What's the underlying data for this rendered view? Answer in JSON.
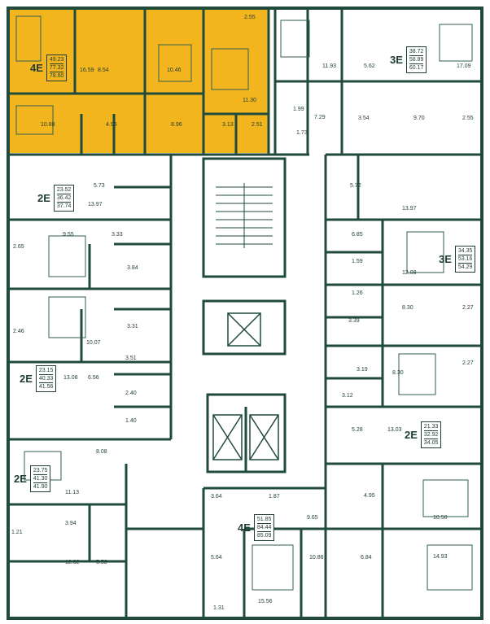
{
  "plan": {
    "colors": {
      "wall": "#1f4a3c",
      "highlight": "#f3b51e",
      "fixture": "#2f5f50",
      "background": "#ffffff"
    },
    "apartments": [
      {
        "type": "4E",
        "living": "49.23",
        "total": "77.32",
        "total_with_balcony": "78.60"
      },
      {
        "type": "3E",
        "living": "38.72",
        "total": "58.89",
        "total_with_balcony": "60.17"
      },
      {
        "type": "2E",
        "living": "23.52",
        "total": "36.42",
        "total_with_balcony": "37.74"
      },
      {
        "type": "3E",
        "living": "34.35",
        "total": "53.16",
        "total_with_balcony": "54.29"
      },
      {
        "type": "2E",
        "living": "23.15",
        "total": "40.33",
        "total_with_balcony": "41.56"
      },
      {
        "type": "2E",
        "living": "21.33",
        "total": "32.92",
        "total_with_balcony": "34.05"
      },
      {
        "type": "2E",
        "living": "23.75",
        "total": "41.30",
        "total_with_balcony": "41.90"
      },
      {
        "type": "4E",
        "living": "51.85",
        "total": "84.44",
        "total_with_balcony": "85.09"
      }
    ],
    "room_areas": [
      "16.59",
      "8.54",
      "10.46",
      "2.55",
      "11.30",
      "10.88",
      "4.95",
      "8.96",
      "3.13",
      "2.51",
      "11.93",
      "1.99",
      "7.29",
      "1.73",
      "3.54",
      "5.62",
      "17.09",
      "9.70",
      "2.55",
      "5.73",
      "13.97",
      "5.72",
      "13.97",
      "9.55",
      "3.33",
      "2.65",
      "3.84",
      "6.85",
      "1.59",
      "12.08",
      "1.26",
      "2.46",
      "10.07",
      "3.31",
      "3.39",
      "8.30",
      "2.27",
      "3.51",
      "13.08",
      "6.56",
      "2.40",
      "1.40",
      "3.19",
      "8.30",
      "2.27",
      "3.12",
      "5.28",
      "13.03",
      "8.08",
      "11.13",
      "3.64",
      "1.87",
      "4.95",
      "1.21",
      "3.94",
      "9.65",
      "10.50",
      "5.64",
      "10.86",
      "6.84",
      "14.93",
      "12.62",
      "5.53",
      "1.31",
      "15.56"
    ]
  }
}
